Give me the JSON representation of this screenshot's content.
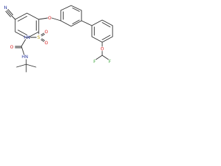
{
  "atoms": {
    "nitrile_n": "N",
    "ether_o": "O",
    "sulfonyl_s": "S",
    "sulfonyl_o_upper": "O",
    "sulfonyl_o_lower": "O",
    "sulfonamide_nh": "HN",
    "urea_o": "O",
    "urea_nh": "HN",
    "aryl_ether_o": "O",
    "fluorine_left": "F",
    "fluorine_right": "F"
  },
  "colors": {
    "bond": "#262626",
    "nitrogen": "#2b3a9e",
    "oxygen": "#d81e1e",
    "sulfur": "#b59a00",
    "fluorine": "#3aa63a"
  }
}
